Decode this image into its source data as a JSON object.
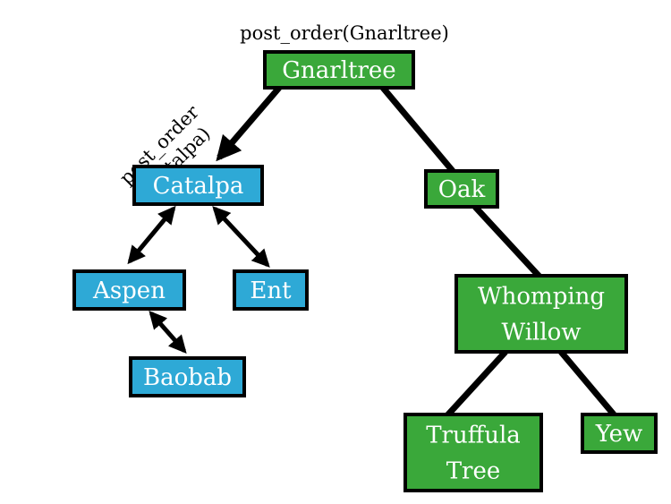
{
  "annotations": {
    "root_call": "post_order(Gnarltree)",
    "child_call_line1": "post_order",
    "child_call_line2": "(Catalpa)"
  },
  "nodes": {
    "gnarltree": {
      "lines": [
        "Gnarltree"
      ],
      "color": "#3aa83a"
    },
    "catalpa": {
      "lines": [
        "Catalpa"
      ],
      "color": "#2ea9d6"
    },
    "oak": {
      "lines": [
        "Oak"
      ],
      "color": "#3aa83a"
    },
    "aspen": {
      "lines": [
        "Aspen"
      ],
      "color": "#2ea9d6"
    },
    "ent": {
      "lines": [
        "Ent"
      ],
      "color": "#2ea9d6"
    },
    "baobab": {
      "lines": [
        "Baobab"
      ],
      "color": "#2ea9d6"
    },
    "whomping_willow": {
      "lines": [
        "Whomping",
        "Willow"
      ],
      "color": "#3aa83a"
    },
    "truffula_tree": {
      "lines": [
        "Truffula",
        "Tree"
      ],
      "color": "#3aa83a"
    },
    "yew": {
      "lines": [
        "Yew"
      ],
      "color": "#3aa83a"
    }
  },
  "edges": [
    {
      "from": "gnarltree",
      "to": "catalpa",
      "style": "arrow-to-child"
    },
    {
      "from": "gnarltree",
      "to": "oak",
      "style": "plain"
    },
    {
      "from": "catalpa",
      "to": "aspen",
      "style": "double-arrow"
    },
    {
      "from": "catalpa",
      "to": "ent",
      "style": "double-arrow"
    },
    {
      "from": "aspen",
      "to": "baobab",
      "style": "double-arrow"
    },
    {
      "from": "oak",
      "to": "whomping_willow",
      "style": "plain"
    },
    {
      "from": "whomping_willow",
      "to": "truffula_tree",
      "style": "plain"
    },
    {
      "from": "whomping_willow",
      "to": "yew",
      "style": "plain"
    }
  ],
  "colors": {
    "visited": "#2ea9d6",
    "unvisited": "#3aa83a",
    "edge": "#000000"
  }
}
